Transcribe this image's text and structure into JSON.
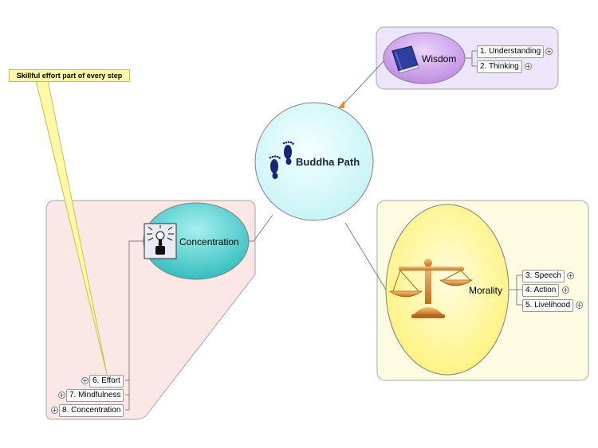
{
  "central": {
    "label": "Buddha Path",
    "icon": "footprints-icon"
  },
  "callout": {
    "text": "Skillful effort part of every step"
  },
  "wisdom": {
    "label": "Wisdom",
    "icon": "book-icon",
    "items": [
      {
        "label": "1. Understanding"
      },
      {
        "label": "2. Thinking"
      }
    ]
  },
  "morality": {
    "label": "Morality",
    "icon": "scales-icon",
    "items": [
      {
        "label": "3. Speech"
      },
      {
        "label": "4. Action"
      },
      {
        "label": "5. Livelihood"
      }
    ]
  },
  "concentration": {
    "label": "Concentration",
    "icon": "meditating-person-icon",
    "items": [
      {
        "label": "6. Effort"
      },
      {
        "label": "7. Mindfulness"
      },
      {
        "label": "8. Concentration"
      }
    ]
  },
  "expand_symbol": "+",
  "colors": {
    "central_fill": "#d8fbfb",
    "wisdom_bg": "#ece6fb",
    "wisdom_node": "#c99ce9",
    "morality_bg": "#fdfce2",
    "morality_node": "#fffa9a",
    "concentration_bg": "#fbe7e6",
    "concentration_node": "#3fc8c8",
    "callout_fill": "#fff9a6"
  }
}
